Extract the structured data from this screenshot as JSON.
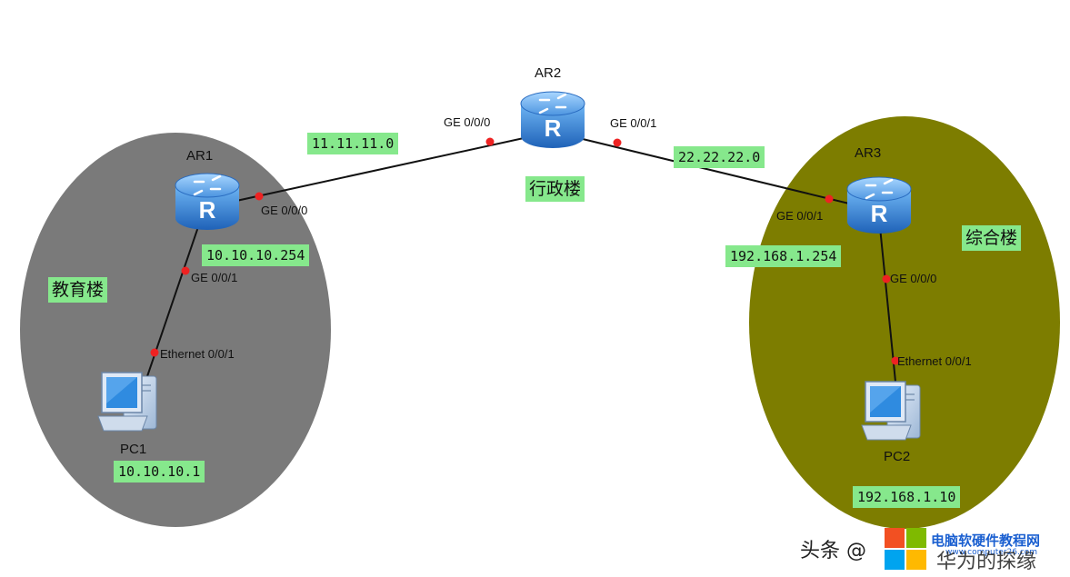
{
  "colors": {
    "left_zone": "#7a7a7a",
    "right_zone": "#7d7d00",
    "label_bg": "#86e88c",
    "port_dot": "#ee2222",
    "router_blue": "#2f7fd6"
  },
  "devices": {
    "ar1": {
      "name": "AR1",
      "icon": "router-icon"
    },
    "ar2": {
      "name": "AR2",
      "icon": "router-icon"
    },
    "ar3": {
      "name": "AR3",
      "icon": "router-icon"
    },
    "pc1": {
      "name": "PC1",
      "icon": "pc-icon"
    },
    "pc2": {
      "name": "PC2",
      "icon": "pc-icon"
    }
  },
  "ports": {
    "ar2_left": "GE 0/0/0",
    "ar2_right": "GE 0/0/1",
    "ar1_up": "GE 0/0/0",
    "ar1_down": "GE 0/0/1",
    "pc1": "Ethernet 0/0/1",
    "ar3_left": "GE 0/0/1",
    "ar3_down": "GE 0/0/0",
    "pc2": "Ethernet 0/0/1"
  },
  "networks": {
    "link_ar1_ar2": "11.11.11.0",
    "link_ar2_ar3": "22.22.22.0",
    "ar1_gateway": "10.10.10.254",
    "pc1_ip": "10.10.10.1",
    "ar3_gateway": "192.168.1.254",
    "pc2_ip": "192.168.1.10"
  },
  "zones": {
    "left": "教育楼",
    "center": "行政楼",
    "right": "综合楼"
  },
  "watermark": {
    "text": "头条 @",
    "site": "电脑软硬件教程网",
    "url": "www.computer26.com",
    "suffix": "华为的探缘"
  }
}
